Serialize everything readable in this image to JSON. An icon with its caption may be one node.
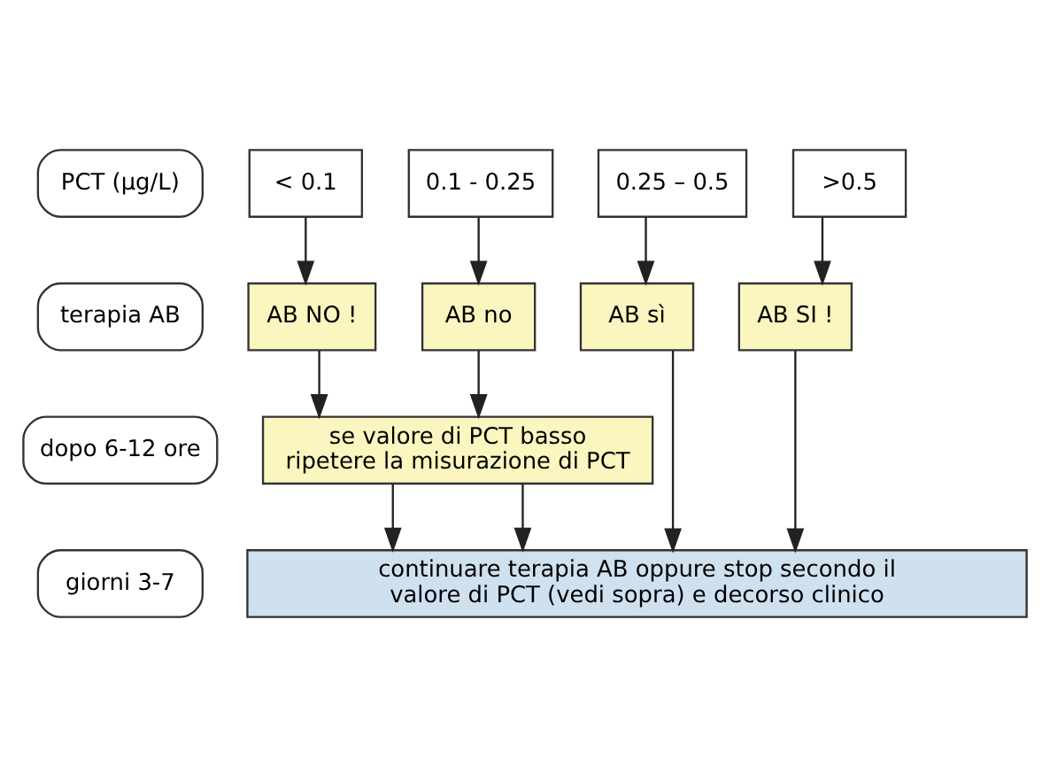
{
  "diagram": {
    "nodes": [
      {
        "text": [
          "PCT (µg/L)"
        ]
      },
      {
        "text": [
          "< 0.1"
        ]
      },
      {
        "text": [
          "0.1 - 0.25"
        ]
      },
      {
        "text": [
          "0.25 – 0.5"
        ]
      },
      {
        "text": [
          ">0.5"
        ]
      },
      {
        "text": [
          "terapia AB"
        ]
      },
      {
        "text": [
          "AB NO !"
        ]
      },
      {
        "text": [
          "AB no"
        ]
      },
      {
        "text": [
          "AB sì"
        ]
      },
      {
        "text": [
          "AB SI !"
        ]
      },
      {
        "text": [
          "dopo 6-12 ore"
        ]
      },
      {
        "text": [
          "se valore di PCT basso ripetere la misurazione di PCT"
        ]
      },
      {
        "text": [
          "giorni 3-7"
        ]
      },
      {
        "text": [
          "continuare terapia AB oppure stop secondo il valore di PCT (vedi sopra) e decorso clinico"
        ]
      }
    ],
    "edges": [
      {
        "from": 1,
        "to": 6,
        "arrow": "to"
      },
      {
        "from": 2,
        "to": 7,
        "arrow": "to"
      },
      {
        "from": 3,
        "to": 8,
        "arrow": "to"
      },
      {
        "from": 4,
        "to": 9,
        "arrow": "to"
      },
      {
        "from": 6,
        "to": 11,
        "arrow": "to"
      },
      {
        "from": 7,
        "to": 11,
        "arrow": "to"
      },
      {
        "from": 11,
        "to": 13,
        "arrow": "to"
      },
      {
        "from": 11,
        "to": 13,
        "arrow": "to"
      },
      {
        "from": 8,
        "to": 13,
        "arrow": "to"
      },
      {
        "from": 9,
        "to": 13,
        "arrow": "to"
      }
    ]
  }
}
